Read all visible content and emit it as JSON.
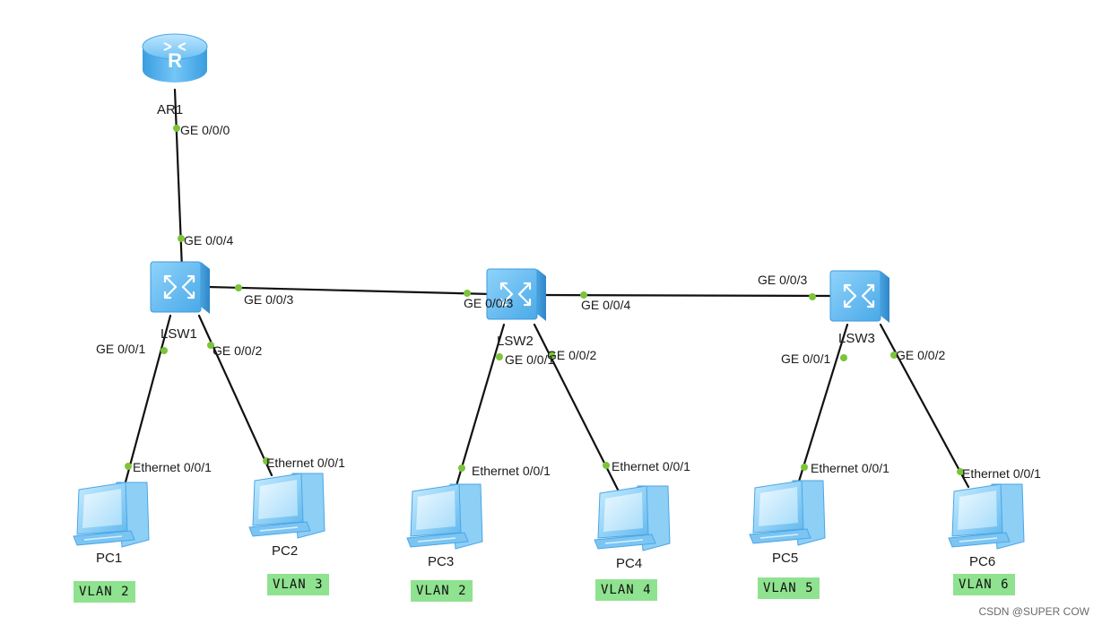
{
  "devices": {
    "ar1": "AR1",
    "lsw1": "LSW1",
    "lsw2": "LSW2",
    "lsw3": "LSW3",
    "pc1": "PC1",
    "pc2": "PC2",
    "pc3": "PC3",
    "pc4": "PC4",
    "pc5": "PC5",
    "pc6": "PC6"
  },
  "ports": {
    "ar1_ge000": "GE 0/0/0",
    "lsw1_ge004": "GE 0/0/4",
    "lsw1_ge003": "GE 0/0/3",
    "lsw1_ge001": "GE 0/0/1",
    "lsw1_ge002": "GE 0/0/2",
    "lsw2_ge003": "GE 0/0/3",
    "lsw2_ge004": "GE 0/0/4",
    "lsw2_ge001": "GE 0/0/1",
    "lsw2_ge002": "GE 0/0/2",
    "lsw3_ge003": "GE 0/0/3",
    "lsw3_ge001": "GE 0/0/1",
    "lsw3_ge002": "GE 0/0/2",
    "pc1_eth": "Ethernet 0/0/1",
    "pc2_eth": "Ethernet 0/0/1",
    "pc3_eth": "Ethernet 0/0/1",
    "pc4_eth": "Ethernet 0/0/1",
    "pc5_eth": "Ethernet 0/0/1",
    "pc6_eth": "Ethernet 0/0/1"
  },
  "vlans": {
    "pc1": "VLAN 2",
    "pc2": "VLAN 3",
    "pc3": "VLAN 2",
    "pc4": "VLAN 4",
    "pc5": "VLAN 5",
    "pc6": "VLAN 6"
  },
  "watermark": "CSDN @SUPER COW",
  "colors": {
    "link": "#111111",
    "port_dot": "#7cc43a",
    "device_blue": "#5ab4ef",
    "vlan_bg": "#8fe28f"
  },
  "icons": {
    "router": "router-icon",
    "switch": "switch-icon",
    "pc": "pc-icon"
  }
}
